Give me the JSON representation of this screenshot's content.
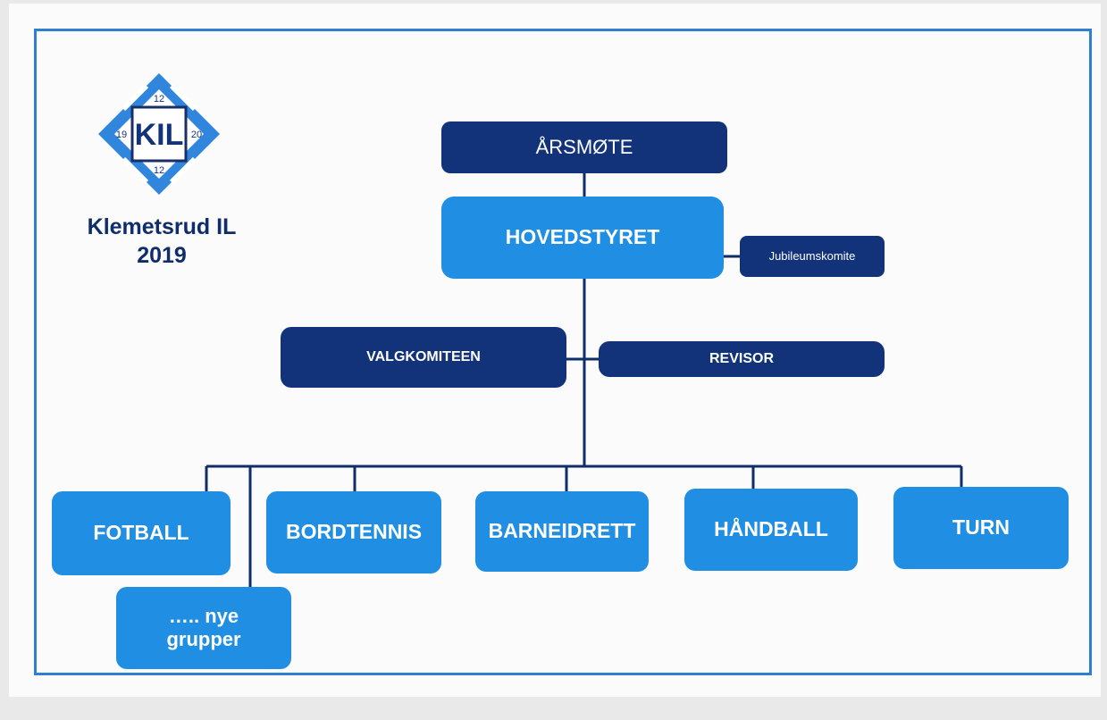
{
  "club": {
    "name": "Klemetsrud IL",
    "year": "2019",
    "logo": {
      "text": "KIL",
      "numbers": [
        "12",
        "19",
        "20",
        "12"
      ]
    }
  },
  "org": {
    "arsmote": "ÅRSMØTE",
    "hovedstyret": "HOVEDSTYRET",
    "jubileumskomite": "Jubileumskomite",
    "valgkomiteen": "VALGKOMITEEN",
    "revisor": "REVISOR",
    "groups": [
      "FOTBALL",
      "BORDTENNIS",
      "BARNEIDRETT",
      "HÅNDBALL",
      "TURN"
    ],
    "new_groups": [
      "….. nye",
      "grupper"
    ]
  },
  "colors": {
    "dark_box": "#12327a",
    "light_box": "#1f8ee3",
    "frame": "#2f7fd0",
    "connector": "#0f2d6b"
  }
}
